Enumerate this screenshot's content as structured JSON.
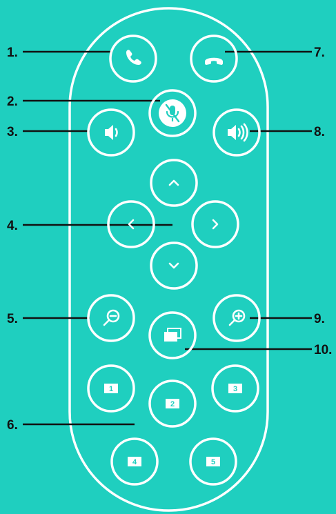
{
  "colors": {
    "background": "#1fcfbf",
    "outline": "#ffffff",
    "callout": "#111111"
  },
  "callouts": {
    "c1": "1.",
    "c2": "2.",
    "c3": "3.",
    "c4": "4.",
    "c5": "5.",
    "c6": "6.",
    "c7": "7.",
    "c8": "8.",
    "c9": "9.",
    "c10": "10."
  },
  "buttons": {
    "call": {
      "icon": "phone-icon"
    },
    "hang_up": {
      "icon": "hang-up-icon"
    },
    "mute": {
      "icon": "mic-muted-icon"
    },
    "volume_down": {
      "icon": "speaker-low-icon"
    },
    "volume_up": {
      "icon": "speaker-high-icon"
    },
    "up": {
      "icon": "chevron-up-icon"
    },
    "left": {
      "icon": "chevron-left-icon"
    },
    "right": {
      "icon": "chevron-right-icon"
    },
    "down": {
      "icon": "chevron-down-icon"
    },
    "zoom_out": {
      "icon": "zoom-out-icon"
    },
    "zoom_in": {
      "icon": "zoom-in-icon"
    },
    "content_share": {
      "icon": "windows-icon"
    },
    "presets": [
      "1",
      "2",
      "3",
      "4",
      "5"
    ]
  }
}
